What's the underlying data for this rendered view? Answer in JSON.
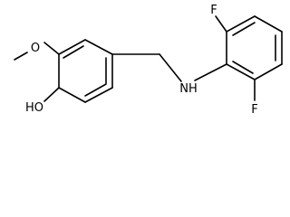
{
  "molecule": {
    "atoms": {
      "fluorine_top": "F",
      "fluorine_bottom": "F",
      "amine": "NH",
      "methoxy_oxygen": "O",
      "hydroxyl": "HO"
    },
    "colors": {
      "bond": "#000000",
      "label": "#000000",
      "background": "#ffffff"
    }
  }
}
